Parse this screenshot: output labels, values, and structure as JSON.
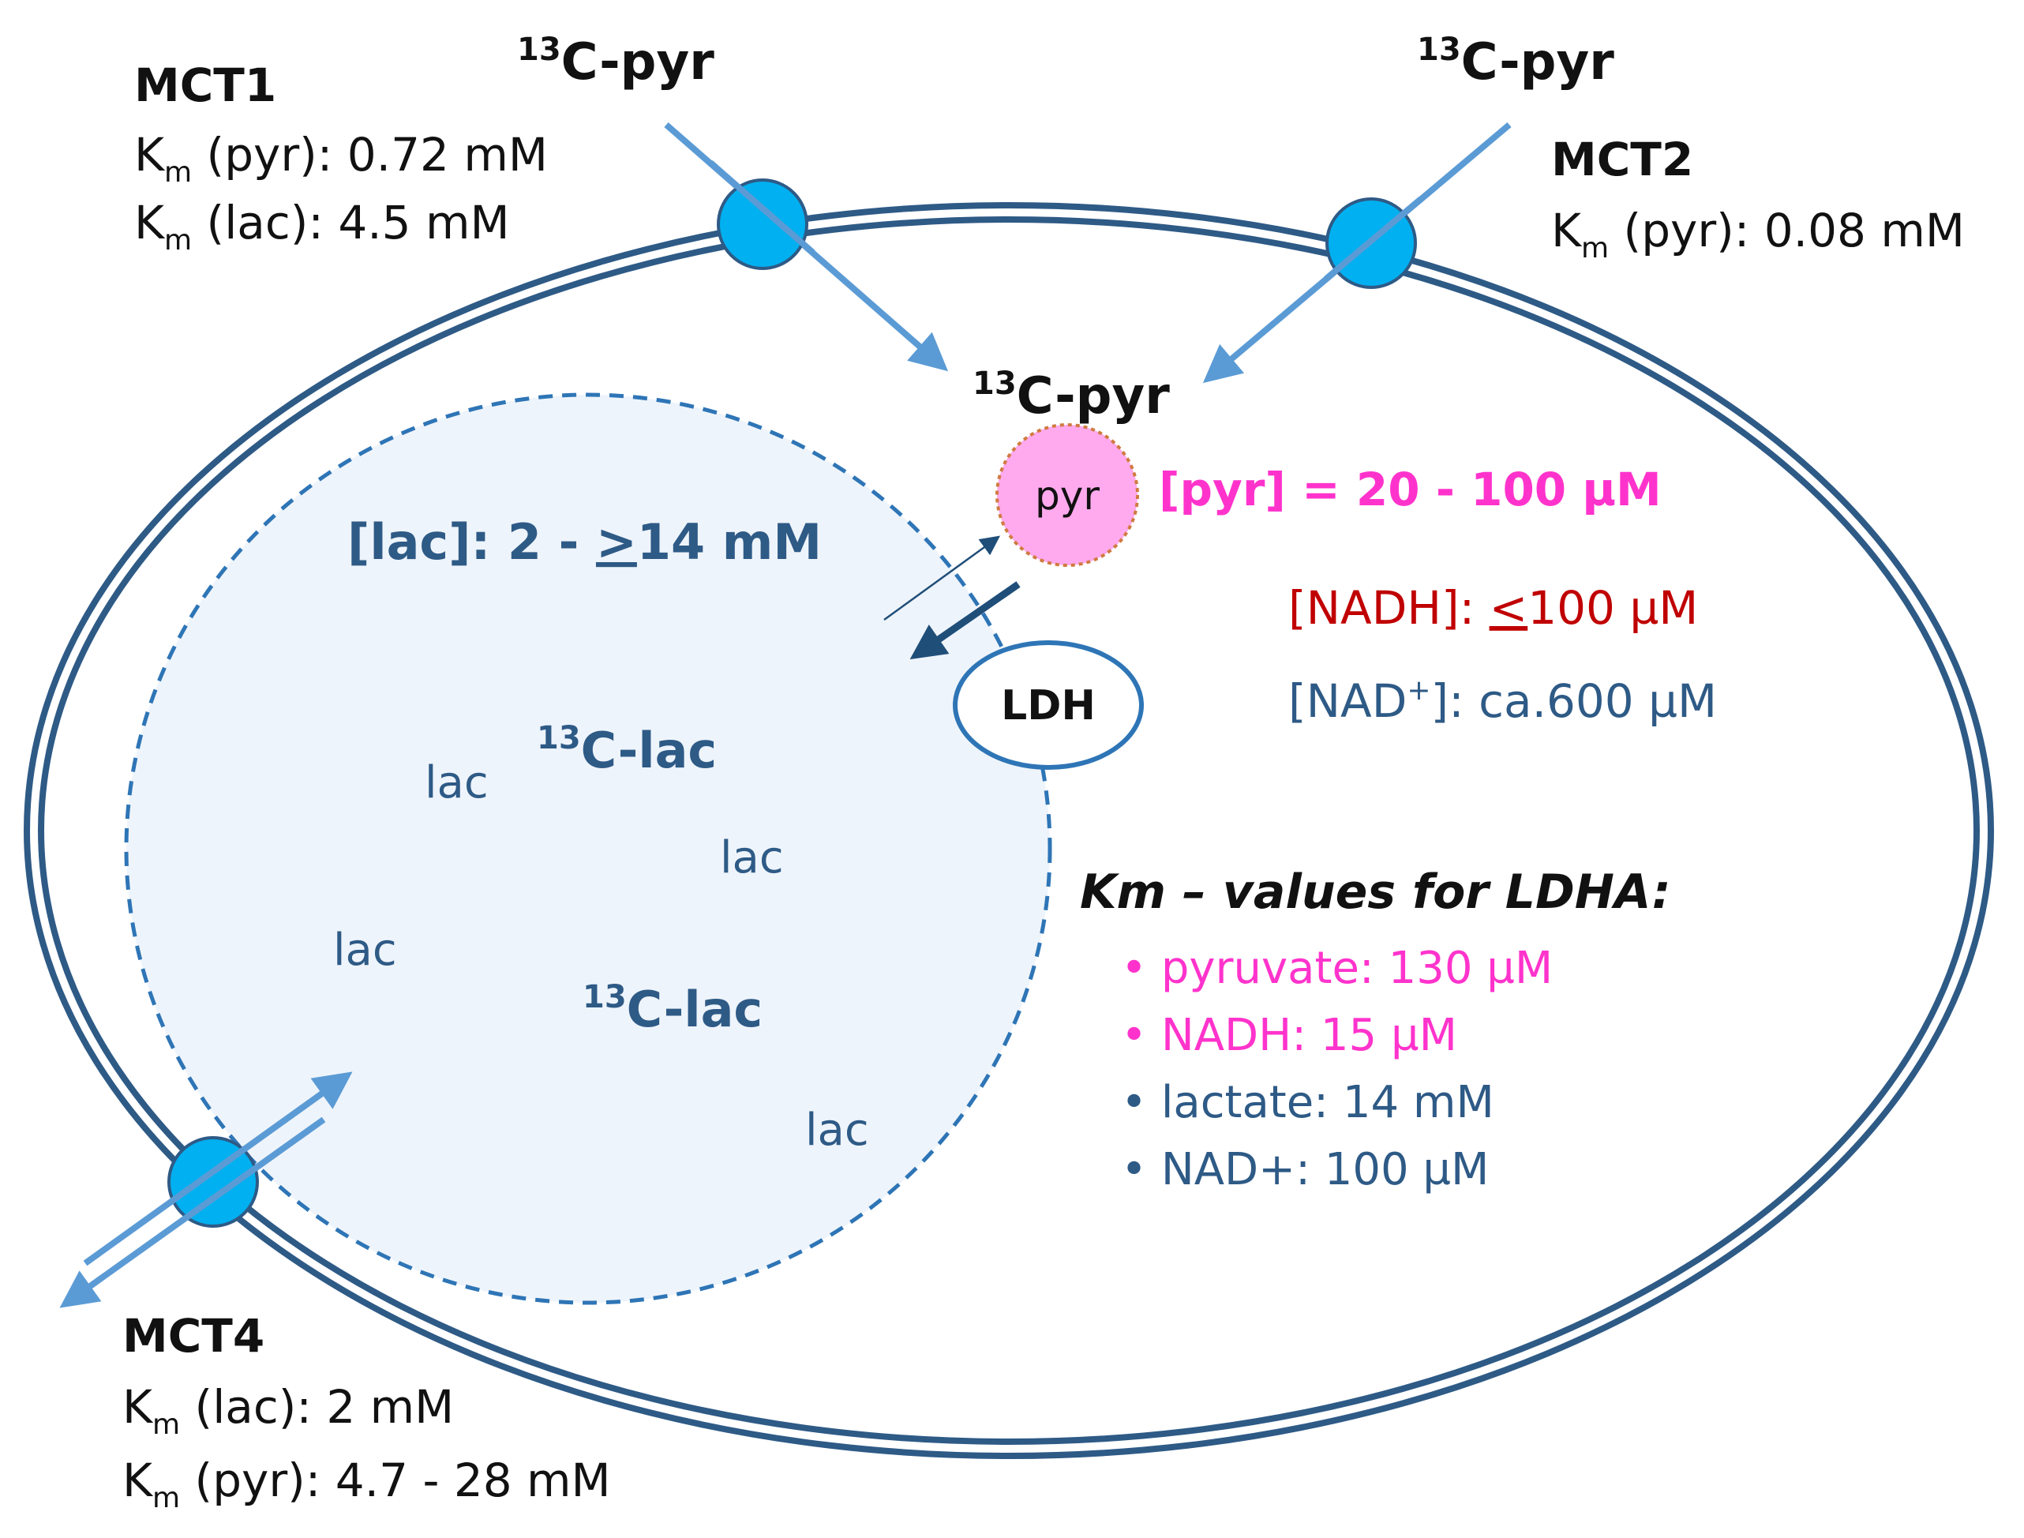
{
  "colors": {
    "membrane": "#2e5a86",
    "transporter_fill": "#00b0f0",
    "arrow_light": "#5b9bd5",
    "arrow_dark": "#1f4e79",
    "vesicle_fill": "#eef4fb",
    "pyr_fill": "#ffaaee",
    "pink_text": "#ff33cc",
    "red_text": "#c00000",
    "navy_text": "#2e5a86"
  },
  "mct1": {
    "name": "MCT1",
    "km_pyr_label": "K",
    "km_sub": "m",
    "km_pyr_rest": " (pyr): 0.72 mM",
    "km_lac_rest": " (lac): 4.5 mM"
  },
  "mct2": {
    "name": "MCT2",
    "km_label": "K",
    "km_sub": "m",
    "km_pyr_rest": " (pyr): 0.08 mM"
  },
  "mct4": {
    "name": "MCT4",
    "km_label": "K",
    "km_sub": "m",
    "km_lac_rest": " (lac): 2 mM",
    "km_pyr_rest": " (pyr): 4.7 - 28 mM"
  },
  "pyr_c13": {
    "sup": "13",
    "text": "C-pyr"
  },
  "pyr_circle_label": "pyr",
  "pyr_conc": "[pyr] = 20 - 100 µM",
  "nadh_conc": {
    "prefix": "[NADH]: ",
    "leq": "<",
    "value": "100 µM"
  },
  "nad_conc": {
    "prefix": "[NAD",
    "sup": "+",
    "rest": "]: ca.600 µM"
  },
  "lac_conc": {
    "prefix": "[lac]: 2 - ",
    "geq": ">",
    "value": "14 mM"
  },
  "ldh_label": "LDH",
  "lac_c13": {
    "sup": "13",
    "text": "C-lac"
  },
  "lac_label": "lac",
  "km_ldha": {
    "title": "Km – values for LDHA:",
    "items": [
      {
        "text": "• pyruvate: 130 µM",
        "color": "pink"
      },
      {
        "text": "• NADH: 15 µM",
        "color": "pink"
      },
      {
        "text": "• lactate: 14 mM",
        "color": "navy"
      },
      {
        "text": "• NAD+: 100 µM",
        "color": "navy"
      }
    ]
  }
}
